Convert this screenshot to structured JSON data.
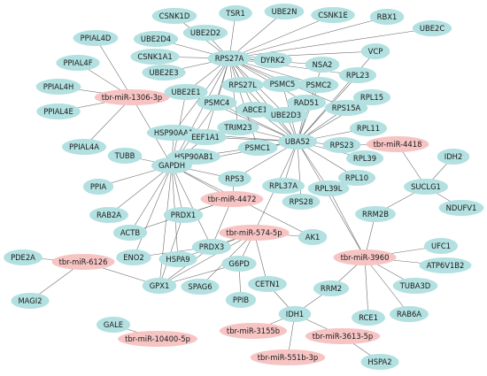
{
  "colors": {
    "gene": "#b3e0e0",
    "mirna": "#f7c4c4",
    "edge": "#555555",
    "text": "#1a1a1a"
  },
  "nodes": [
    {
      "id": "CSNK1D",
      "label": "CSNK1D",
      "kind": "gene"
    },
    {
      "id": "TSR1",
      "label": "TSR1",
      "kind": "gene"
    },
    {
      "id": "UBE2N",
      "label": "UBE2N",
      "kind": "gene"
    },
    {
      "id": "CSNK1E",
      "label": "CSNK1E",
      "kind": "gene"
    },
    {
      "id": "RBX1",
      "label": "RBX1",
      "kind": "gene"
    },
    {
      "id": "UBE2C",
      "label": "UBE2C",
      "kind": "gene"
    },
    {
      "id": "PPIAL4D",
      "label": "PPIAL4D",
      "kind": "gene"
    },
    {
      "id": "UBE2D4",
      "label": "UBE2D4",
      "kind": "gene"
    },
    {
      "id": "UBE2D2",
      "label": "UBE2D2",
      "kind": "gene"
    },
    {
      "id": "VCP",
      "label": "VCP",
      "kind": "gene"
    },
    {
      "id": "PPIAL4F",
      "label": "PPIAL4F",
      "kind": "gene"
    },
    {
      "id": "CSNK1A1",
      "label": "CSNK1A1",
      "kind": "gene"
    },
    {
      "id": "RPS27A",
      "label": "RPS27A",
      "kind": "gene"
    },
    {
      "id": "DYRK2",
      "label": "DYRK2",
      "kind": "gene"
    },
    {
      "id": "NSA2",
      "label": "NSA2",
      "kind": "gene"
    },
    {
      "id": "UBE2E3",
      "label": "UBE2E3",
      "kind": "gene"
    },
    {
      "id": "RPL23",
      "label": "RPL23",
      "kind": "gene"
    },
    {
      "id": "PPIAL4H",
      "label": "PPIAL4H",
      "kind": "gene"
    },
    {
      "id": "miR1306",
      "label": "tbr-miR-1306-3p",
      "kind": "mirna"
    },
    {
      "id": "RPS27L",
      "label": "RPS27L",
      "kind": "gene"
    },
    {
      "id": "PSMC5",
      "label": "PSMC5",
      "kind": "gene"
    },
    {
      "id": "PSMC2",
      "label": "PSMC2",
      "kind": "gene"
    },
    {
      "id": "UBE2E1",
      "label": "UBE2E1",
      "kind": "gene"
    },
    {
      "id": "RPL15",
      "label": "RPL15",
      "kind": "gene"
    },
    {
      "id": "PPIAL4E",
      "label": "PPIAL4E",
      "kind": "gene"
    },
    {
      "id": "PSMC4",
      "label": "PSMC4",
      "kind": "gene"
    },
    {
      "id": "ABCE1",
      "label": "ABCE1",
      "kind": "gene"
    },
    {
      "id": "RAD51",
      "label": "RAD51",
      "kind": "gene"
    },
    {
      "id": "RPS15A",
      "label": "RPS15A",
      "kind": "gene"
    },
    {
      "id": "UBE2D3",
      "label": "UBE2D3",
      "kind": "gene"
    },
    {
      "id": "RPL11",
      "label": "RPL11",
      "kind": "gene"
    },
    {
      "id": "TRIM23",
      "label": "TRIM23",
      "kind": "gene"
    },
    {
      "id": "HSP90AA1",
      "label": "HSP90AA1",
      "kind": "gene"
    },
    {
      "id": "PPIAL4A",
      "label": "PPIAL4A",
      "kind": "gene"
    },
    {
      "id": "EEF1A1",
      "label": "EEF1A1",
      "kind": "gene"
    },
    {
      "id": "UBA52",
      "label": "UBA52",
      "kind": "gene"
    },
    {
      "id": "RPS23",
      "label": "RPS23",
      "kind": "gene"
    },
    {
      "id": "miR4418",
      "label": "tbr-miR-4418",
      "kind": "mirna"
    },
    {
      "id": "PSMC1",
      "label": "PSMC1",
      "kind": "gene"
    },
    {
      "id": "RPL39",
      "label": "RPL39",
      "kind": "gene"
    },
    {
      "id": "TUBB",
      "label": "TUBB",
      "kind": "gene"
    },
    {
      "id": "HSP90AB1",
      "label": "HSP90AB1",
      "kind": "gene"
    },
    {
      "id": "IDH2",
      "label": "IDH2",
      "kind": "gene"
    },
    {
      "id": "GAPDH",
      "label": "GAPDH",
      "kind": "gene"
    },
    {
      "id": "RPS3",
      "label": "RPS3",
      "kind": "gene"
    },
    {
      "id": "RPL10",
      "label": "RPL10",
      "kind": "gene"
    },
    {
      "id": "SUCLG1",
      "label": "SUCLG1",
      "kind": "gene"
    },
    {
      "id": "PPIA",
      "label": "PPIA",
      "kind": "gene"
    },
    {
      "id": "RPL37A",
      "label": "RPL37A",
      "kind": "gene"
    },
    {
      "id": "RPL39L",
      "label": "RPL39L",
      "kind": "gene"
    },
    {
      "id": "NDUFV1",
      "label": "NDUFV1",
      "kind": "gene"
    },
    {
      "id": "miR4472",
      "label": "tbr-miR-4472",
      "kind": "mirna"
    },
    {
      "id": "RPS28",
      "label": "RPS28",
      "kind": "gene"
    },
    {
      "id": "RAB2A",
      "label": "RAB2A",
      "kind": "gene"
    },
    {
      "id": "PRDX1",
      "label": "PRDX1",
      "kind": "gene"
    },
    {
      "id": "RRM2B",
      "label": "RRM2B",
      "kind": "gene"
    },
    {
      "id": "ACTB",
      "label": "ACTB",
      "kind": "gene"
    },
    {
      "id": "miR574",
      "label": "tbr-miR-574-5p",
      "kind": "mirna"
    },
    {
      "id": "AK1",
      "label": "AK1",
      "kind": "gene"
    },
    {
      "id": "PRDX3",
      "label": "PRDX3",
      "kind": "gene"
    },
    {
      "id": "UFC1",
      "label": "UFC1",
      "kind": "gene"
    },
    {
      "id": "ENO2",
      "label": "ENO2",
      "kind": "gene"
    },
    {
      "id": "HSPA9",
      "label": "HSPA9",
      "kind": "gene"
    },
    {
      "id": "PDE2A",
      "label": "PDE2A",
      "kind": "gene"
    },
    {
      "id": "miR3960",
      "label": "tbr-miR-3960",
      "kind": "mirna"
    },
    {
      "id": "miR6126",
      "label": "tbr-miR-6126",
      "kind": "mirna"
    },
    {
      "id": "G6PD",
      "label": "G6PD",
      "kind": "gene"
    },
    {
      "id": "ATP6V1B2",
      "label": "ATP6V1B2",
      "kind": "gene"
    },
    {
      "id": "GPX1",
      "label": "GPX1",
      "kind": "gene"
    },
    {
      "id": "SPAG6",
      "label": "SPAG6",
      "kind": "gene"
    },
    {
      "id": "CETN1",
      "label": "CETN1",
      "kind": "gene"
    },
    {
      "id": "RRM2",
      "label": "RRM2",
      "kind": "gene"
    },
    {
      "id": "TUBA3D",
      "label": "TUBA3D",
      "kind": "gene"
    },
    {
      "id": "MAGI2",
      "label": "MAGI2",
      "kind": "gene"
    },
    {
      "id": "PPIB",
      "label": "PPIB",
      "kind": "gene"
    },
    {
      "id": "RAB6A",
      "label": "RAB6A",
      "kind": "gene"
    },
    {
      "id": "RCE1",
      "label": "RCE1",
      "kind": "gene"
    },
    {
      "id": "IDH1",
      "label": "IDH1",
      "kind": "gene"
    },
    {
      "id": "GALE",
      "label": "GALE",
      "kind": "gene"
    },
    {
      "id": "miR3155",
      "label": "tbr-miR-3155b",
      "kind": "mirna"
    },
    {
      "id": "miR10400",
      "label": "tbr-miR-10400-5p",
      "kind": "mirna"
    },
    {
      "id": "miR3613",
      "label": "tbr-miR-3613-5p",
      "kind": "mirna"
    },
    {
      "id": "miR551",
      "label": "tbr-miR-551b-3p",
      "kind": "mirna"
    },
    {
      "id": "HSPA2",
      "label": "HSPA2",
      "kind": "gene"
    }
  ],
  "edges": [
    [
      "RPS27A",
      "CSNK1D"
    ],
    [
      "RPS27A",
      "TSR1"
    ],
    [
      "RPS27A",
      "UBE2N"
    ],
    [
      "RPS27A",
      "CSNK1E"
    ],
    [
      "RPS27A",
      "RBX1"
    ],
    [
      "RPS27A",
      "UBE2C"
    ],
    [
      "RPS27A",
      "UBE2D4"
    ],
    [
      "RPS27A",
      "UBE2D2"
    ],
    [
      "RPS27A",
      "VCP"
    ],
    [
      "RPS27A",
      "CSNK1A1"
    ],
    [
      "RPS27A",
      "DYRK2"
    ],
    [
      "RPS27A",
      "NSA2"
    ],
    [
      "RPS27A",
      "UBE2E3"
    ],
    [
      "RPS27A",
      "RPL23"
    ],
    [
      "RPS27A",
      "RPS27L"
    ],
    [
      "RPS27A",
      "PSMC5"
    ],
    [
      "RPS27A",
      "PSMC2"
    ],
    [
      "RPS27A",
      "UBE2E1"
    ],
    [
      "RPS27A",
      "PSMC4"
    ],
    [
      "RPS27A",
      "ABCE1"
    ],
    [
      "RPS27A",
      "RAD51"
    ],
    [
      "RPS27A",
      "RPS15A"
    ],
    [
      "RPS27A",
      "UBE2D3"
    ],
    [
      "RPS27A",
      "TRIM23"
    ],
    [
      "RPS27A",
      "UBA52"
    ],
    [
      "RPS27A",
      "GAPDH"
    ],
    [
      "RPS27A",
      "HSP90AA1"
    ],
    [
      "RPS27A",
      "EEF1A1"
    ],
    [
      "RPS27A",
      "PSMC1"
    ],
    [
      "UBA52",
      "RPL23"
    ],
    [
      "UBA52",
      "RPS27L"
    ],
    [
      "UBA52",
      "PSMC5"
    ],
    [
      "UBA52",
      "PSMC2"
    ],
    [
      "UBA52",
      "PSMC4"
    ],
    [
      "UBA52",
      "ABCE1"
    ],
    [
      "UBA52",
      "RAD51"
    ],
    [
      "UBA52",
      "RPS15A"
    ],
    [
      "UBA52",
      "UBE2D3"
    ],
    [
      "UBA52",
      "RPL15"
    ],
    [
      "UBA52",
      "RPL11"
    ],
    [
      "UBA52",
      "TRIM23"
    ],
    [
      "UBA52",
      "EEF1A1"
    ],
    [
      "UBA52",
      "HSP90AA1"
    ],
    [
      "UBA52",
      "PSMC1"
    ],
    [
      "UBA52",
      "RPS23"
    ],
    [
      "UBA52",
      "RPL39"
    ],
    [
      "UBA52",
      "RPL10"
    ],
    [
      "UBA52",
      "RPL37A"
    ],
    [
      "UBA52",
      "RPL39L"
    ],
    [
      "UBA52",
      "RPS28"
    ],
    [
      "UBA52",
      "RPS3"
    ],
    [
      "UBA52",
      "HSP90AB1"
    ],
    [
      "UBA52",
      "UBE2E1"
    ],
    [
      "UBA52",
      "NSA2"
    ],
    [
      "UBA52",
      "miR3960"
    ],
    [
      "UBA52",
      "miR574"
    ],
    [
      "UBA52",
      "VCP"
    ],
    [
      "miR1306",
      "PPIAL4D"
    ],
    [
      "miR1306",
      "PPIAL4F"
    ],
    [
      "miR1306",
      "PPIAL4H"
    ],
    [
      "miR1306",
      "PPIAL4E"
    ],
    [
      "miR1306",
      "PPIAL4A"
    ],
    [
      "miR1306",
      "GAPDH"
    ],
    [
      "GAPDH",
      "TUBB"
    ],
    [
      "GAPDH",
      "PPIA"
    ],
    [
      "GAPDH",
      "RAB2A"
    ],
    [
      "GAPDH",
      "ACTB"
    ],
    [
      "GAPDH",
      "PRDX1"
    ],
    [
      "GAPDH",
      "ENO2"
    ],
    [
      "GAPDH",
      "HSPA9"
    ],
    [
      "GAPDH",
      "HSP90AA1"
    ],
    [
      "GAPDH",
      "HSP90AB1"
    ],
    [
      "GAPDH",
      "RPS3"
    ],
    [
      "GAPDH",
      "miR4472"
    ],
    [
      "GAPDH",
      "AK1"
    ],
    [
      "GAPDH",
      "PRDX3"
    ],
    [
      "GAPDH",
      "GPX1"
    ],
    [
      "GAPDH",
      "UBA52"
    ],
    [
      "GAPDH",
      "PSMC4"
    ],
    [
      "GAPDH",
      "EEF1A1"
    ],
    [
      "GAPDH",
      "UBE2E1"
    ],
    [
      "miR4418",
      "RPS23"
    ],
    [
      "miR4418",
      "SUCLG1"
    ],
    [
      "SUCLG1",
      "IDH2"
    ],
    [
      "SUCLG1",
      "NDUFV1"
    ],
    [
      "SUCLG1",
      "RRM2B"
    ],
    [
      "miR4472",
      "PRDX1"
    ],
    [
      "miR4472",
      "RPS3"
    ],
    [
      "miR4472",
      "ACTB"
    ],
    [
      "miR4472",
      "PRDX3"
    ],
    [
      "miR574",
      "PRDX3"
    ],
    [
      "miR574",
      "G6PD"
    ],
    [
      "miR574",
      "CETN1"
    ],
    [
      "miR574",
      "GPX1"
    ],
    [
      "miR574",
      "SPAG6"
    ],
    [
      "miR574",
      "HSPA9"
    ],
    [
      "miR574",
      "AK1"
    ],
    [
      "miR3960",
      "RRM2B"
    ],
    [
      "miR3960",
      "UFC1"
    ],
    [
      "miR3960",
      "ATP6V1B2"
    ],
    [
      "miR3960",
      "TUBA3D"
    ],
    [
      "miR3960",
      "RAB6A"
    ],
    [
      "miR3960",
      "RCE1"
    ],
    [
      "miR3960",
      "RRM2"
    ],
    [
      "miR3960",
      "RPL39L"
    ],
    [
      "miR6126",
      "PDE2A"
    ],
    [
      "miR6126",
      "MAGI2"
    ],
    [
      "miR6126",
      "GPX1"
    ],
    [
      "GPX1",
      "PRDX1"
    ],
    [
      "GPX1",
      "PRDX3"
    ],
    [
      "G6PD",
      "PPIB"
    ],
    [
      "G6PD",
      "GPX1"
    ],
    [
      "PRDX3",
      "ENO2"
    ],
    [
      "RRM2",
      "IDH1"
    ],
    [
      "CETN1",
      "IDH1"
    ],
    [
      "IDH1",
      "miR3155"
    ],
    [
      "IDH1",
      "miR3613"
    ],
    [
      "IDH1",
      "miR551"
    ],
    [
      "miR3613",
      "HSPA2"
    ],
    [
      "miR10400",
      "GALE"
    ]
  ]
}
